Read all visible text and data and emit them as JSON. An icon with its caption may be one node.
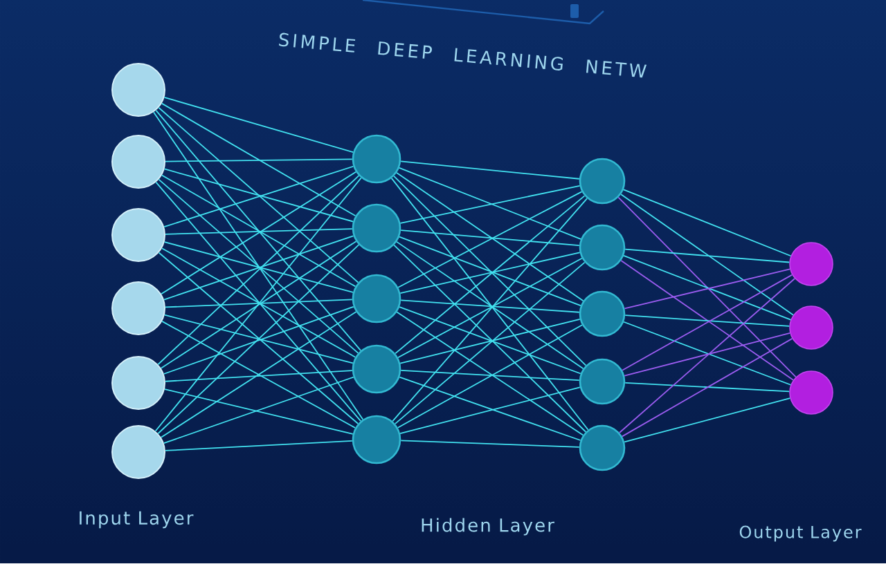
{
  "diagram": {
    "title": "SIMPLE DEEP LEARNING NETW",
    "nodes": [
      {
        "text": [],
        "shape": "circle"
      },
      {
        "text": [],
        "shape": "circle"
      },
      {
        "text": [],
        "shape": "circle"
      },
      {
        "text": [],
        "shape": "circle"
      },
      {
        "text": [],
        "shape": "circle"
      },
      {
        "text": [],
        "shape": "circle"
      },
      {
        "text": [],
        "shape": "circle"
      },
      {
        "text": [],
        "shape": "circle"
      },
      {
        "text": [],
        "shape": "circle"
      },
      {
        "text": [],
        "shape": "circle"
      },
      {
        "text": [],
        "shape": "circle"
      },
      {
        "text": [],
        "shape": "circle"
      },
      {
        "text": [],
        "shape": "circle"
      },
      {
        "text": [],
        "shape": "circle"
      },
      {
        "text": [],
        "shape": "circle"
      },
      {
        "text": [],
        "shape": "circle"
      },
      {
        "text": [],
        "shape": "circle"
      },
      {
        "text": [],
        "shape": "circle"
      },
      {
        "text": [],
        "shape": "circle"
      }
    ],
    "edges": [
      {
        "from": 0,
        "to": 6,
        "arrow": "none"
      },
      {
        "from": 0,
        "to": 7,
        "arrow": "none"
      },
      {
        "from": 0,
        "to": 8,
        "arrow": "none"
      },
      {
        "from": 0,
        "to": 9,
        "arrow": "none"
      },
      {
        "from": 0,
        "to": 10,
        "arrow": "none"
      },
      {
        "from": 1,
        "to": 6,
        "arrow": "none"
      },
      {
        "from": 1,
        "to": 7,
        "arrow": "none"
      },
      {
        "from": 1,
        "to": 8,
        "arrow": "none"
      },
      {
        "from": 1,
        "to": 9,
        "arrow": "none"
      },
      {
        "from": 1,
        "to": 10,
        "arrow": "none"
      },
      {
        "from": 2,
        "to": 6,
        "arrow": "none"
      },
      {
        "from": 2,
        "to": 7,
        "arrow": "none"
      },
      {
        "from": 2,
        "to": 8,
        "arrow": "none"
      },
      {
        "from": 2,
        "to": 9,
        "arrow": "none"
      },
      {
        "from": 2,
        "to": 10,
        "arrow": "none"
      },
      {
        "from": 3,
        "to": 6,
        "arrow": "none"
      },
      {
        "from": 3,
        "to": 7,
        "arrow": "none"
      },
      {
        "from": 3,
        "to": 8,
        "arrow": "none"
      },
      {
        "from": 3,
        "to": 9,
        "arrow": "none"
      },
      {
        "from": 3,
        "to": 10,
        "arrow": "none"
      },
      {
        "from": 4,
        "to": 6,
        "arrow": "none"
      },
      {
        "from": 4,
        "to": 7,
        "arrow": "none"
      },
      {
        "from": 4,
        "to": 8,
        "arrow": "none"
      },
      {
        "from": 4,
        "to": 9,
        "arrow": "none"
      },
      {
        "from": 4,
        "to": 10,
        "arrow": "none"
      },
      {
        "from": 5,
        "to": 6,
        "arrow": "none"
      },
      {
        "from": 5,
        "to": 7,
        "arrow": "none"
      },
      {
        "from": 5,
        "to": 8,
        "arrow": "none"
      },
      {
        "from": 5,
        "to": 9,
        "arrow": "none"
      },
      {
        "from": 5,
        "to": 10,
        "arrow": "none"
      },
      {
        "from": 6,
        "to": 11,
        "arrow": "none"
      },
      {
        "from": 6,
        "to": 12,
        "arrow": "none"
      },
      {
        "from": 6,
        "to": 13,
        "arrow": "none"
      },
      {
        "from": 6,
        "to": 14,
        "arrow": "none"
      },
      {
        "from": 6,
        "to": 15,
        "arrow": "none"
      },
      {
        "from": 7,
        "to": 11,
        "arrow": "none"
      },
      {
        "from": 7,
        "to": 12,
        "arrow": "none"
      },
      {
        "from": 7,
        "to": 13,
        "arrow": "none"
      },
      {
        "from": 7,
        "to": 14,
        "arrow": "none"
      },
      {
        "from": 7,
        "to": 15,
        "arrow": "none"
      },
      {
        "from": 8,
        "to": 11,
        "arrow": "none"
      },
      {
        "from": 8,
        "to": 12,
        "arrow": "none"
      },
      {
        "from": 8,
        "to": 13,
        "arrow": "none"
      },
      {
        "from": 8,
        "to": 14,
        "arrow": "none"
      },
      {
        "from": 8,
        "to": 15,
        "arrow": "none"
      },
      {
        "from": 9,
        "to": 11,
        "arrow": "none"
      },
      {
        "from": 9,
        "to": 12,
        "arrow": "none"
      },
      {
        "from": 9,
        "to": 13,
        "arrow": "none"
      },
      {
        "from": 9,
        "to": 14,
        "arrow": "none"
      },
      {
        "from": 9,
        "to": 15,
        "arrow": "none"
      },
      {
        "from": 10,
        "to": 11,
        "arrow": "none"
      },
      {
        "from": 10,
        "to": 12,
        "arrow": "none"
      },
      {
        "from": 10,
        "to": 13,
        "arrow": "none"
      },
      {
        "from": 10,
        "to": 14,
        "arrow": "none"
      },
      {
        "from": 10,
        "to": 15,
        "arrow": "none"
      },
      {
        "from": 11,
        "to": 16,
        "arrow": "none"
      },
      {
        "from": 11,
        "to": 17,
        "arrow": "none"
      },
      {
        "from": 11,
        "to": 18,
        "arrow": "none",
        "color": "#9b5cf0"
      },
      {
        "from": 12,
        "to": 16,
        "arrow": "none"
      },
      {
        "from": 12,
        "to": 17,
        "arrow": "none"
      },
      {
        "from": 12,
        "to": 18,
        "arrow": "none",
        "color": "#9b5cf0"
      },
      {
        "from": 13,
        "to": 16,
        "arrow": "none",
        "color": "#9b5cf0"
      },
      {
        "from": 13,
        "to": 17,
        "arrow": "none"
      },
      {
        "from": 13,
        "to": 18,
        "arrow": "none"
      },
      {
        "from": 14,
        "to": 16,
        "arrow": "none",
        "color": "#9b5cf0"
      },
      {
        "from": 14,
        "to": 17,
        "arrow": "none",
        "color": "#9b5cf0"
      },
      {
        "from": 14,
        "to": 18,
        "arrow": "none"
      },
      {
        "from": 15,
        "to": 16,
        "arrow": "none",
        "color": "#9b5cf0"
      },
      {
        "from": 15,
        "to": 17,
        "arrow": "none",
        "color": "#9b5cf0"
      },
      {
        "from": 15,
        "to": 18,
        "arrow": "none"
      }
    ],
    "labels": [
      "Input Layer",
      "Hidden Layer",
      "Output Layer"
    ]
  }
}
